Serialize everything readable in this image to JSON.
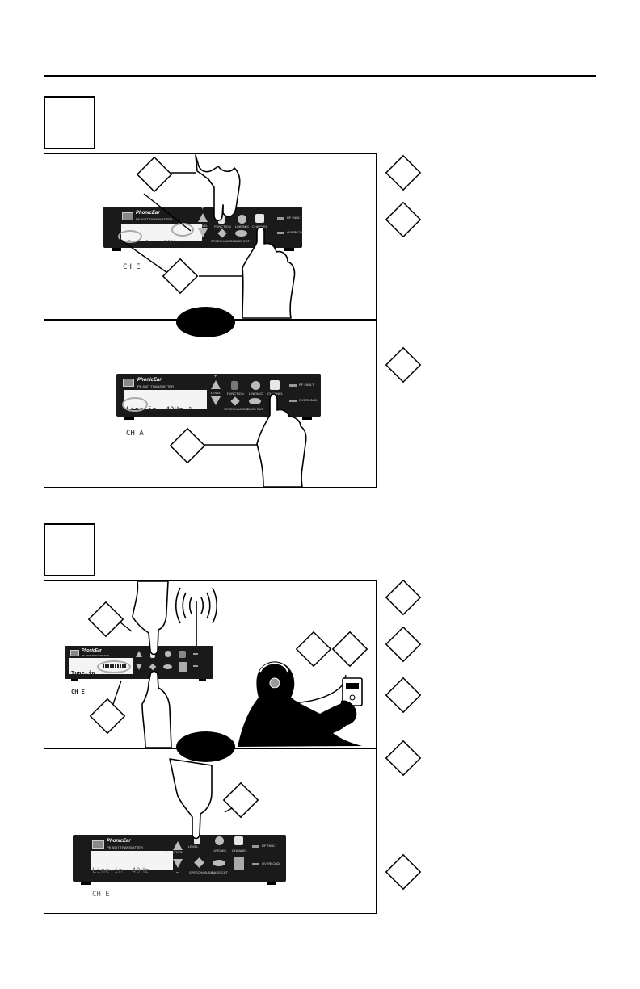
{
  "unit_labels": {
    "brand": "PhonicEar",
    "model": "PE 840T TRANSMITTER",
    "level": "LEVEL",
    "function": "FUNCTION",
    "line_mic": "LINE/MIC",
    "channel": "CHANNEL",
    "speech_music": "SPEECH/MUSIC",
    "bass_cut": "BASS CUT",
    "rf_fault": "RF FAULT",
    "overload": "OVERLOAD",
    "plus": "+",
    "minus": "–"
  },
  "displays": {
    "a1": {
      "line1": "Line-in  40Hz",
      "line2": "CH E"
    },
    "a2": {
      "line1": "Line-in  40Hz ♪",
      "line2": "CH A"
    },
    "b1": {
      "line1": "Tune-in",
      "line2": "CH E"
    },
    "b2": {
      "line1": "Line-in  40Hz",
      "line2": "CH E"
    }
  }
}
